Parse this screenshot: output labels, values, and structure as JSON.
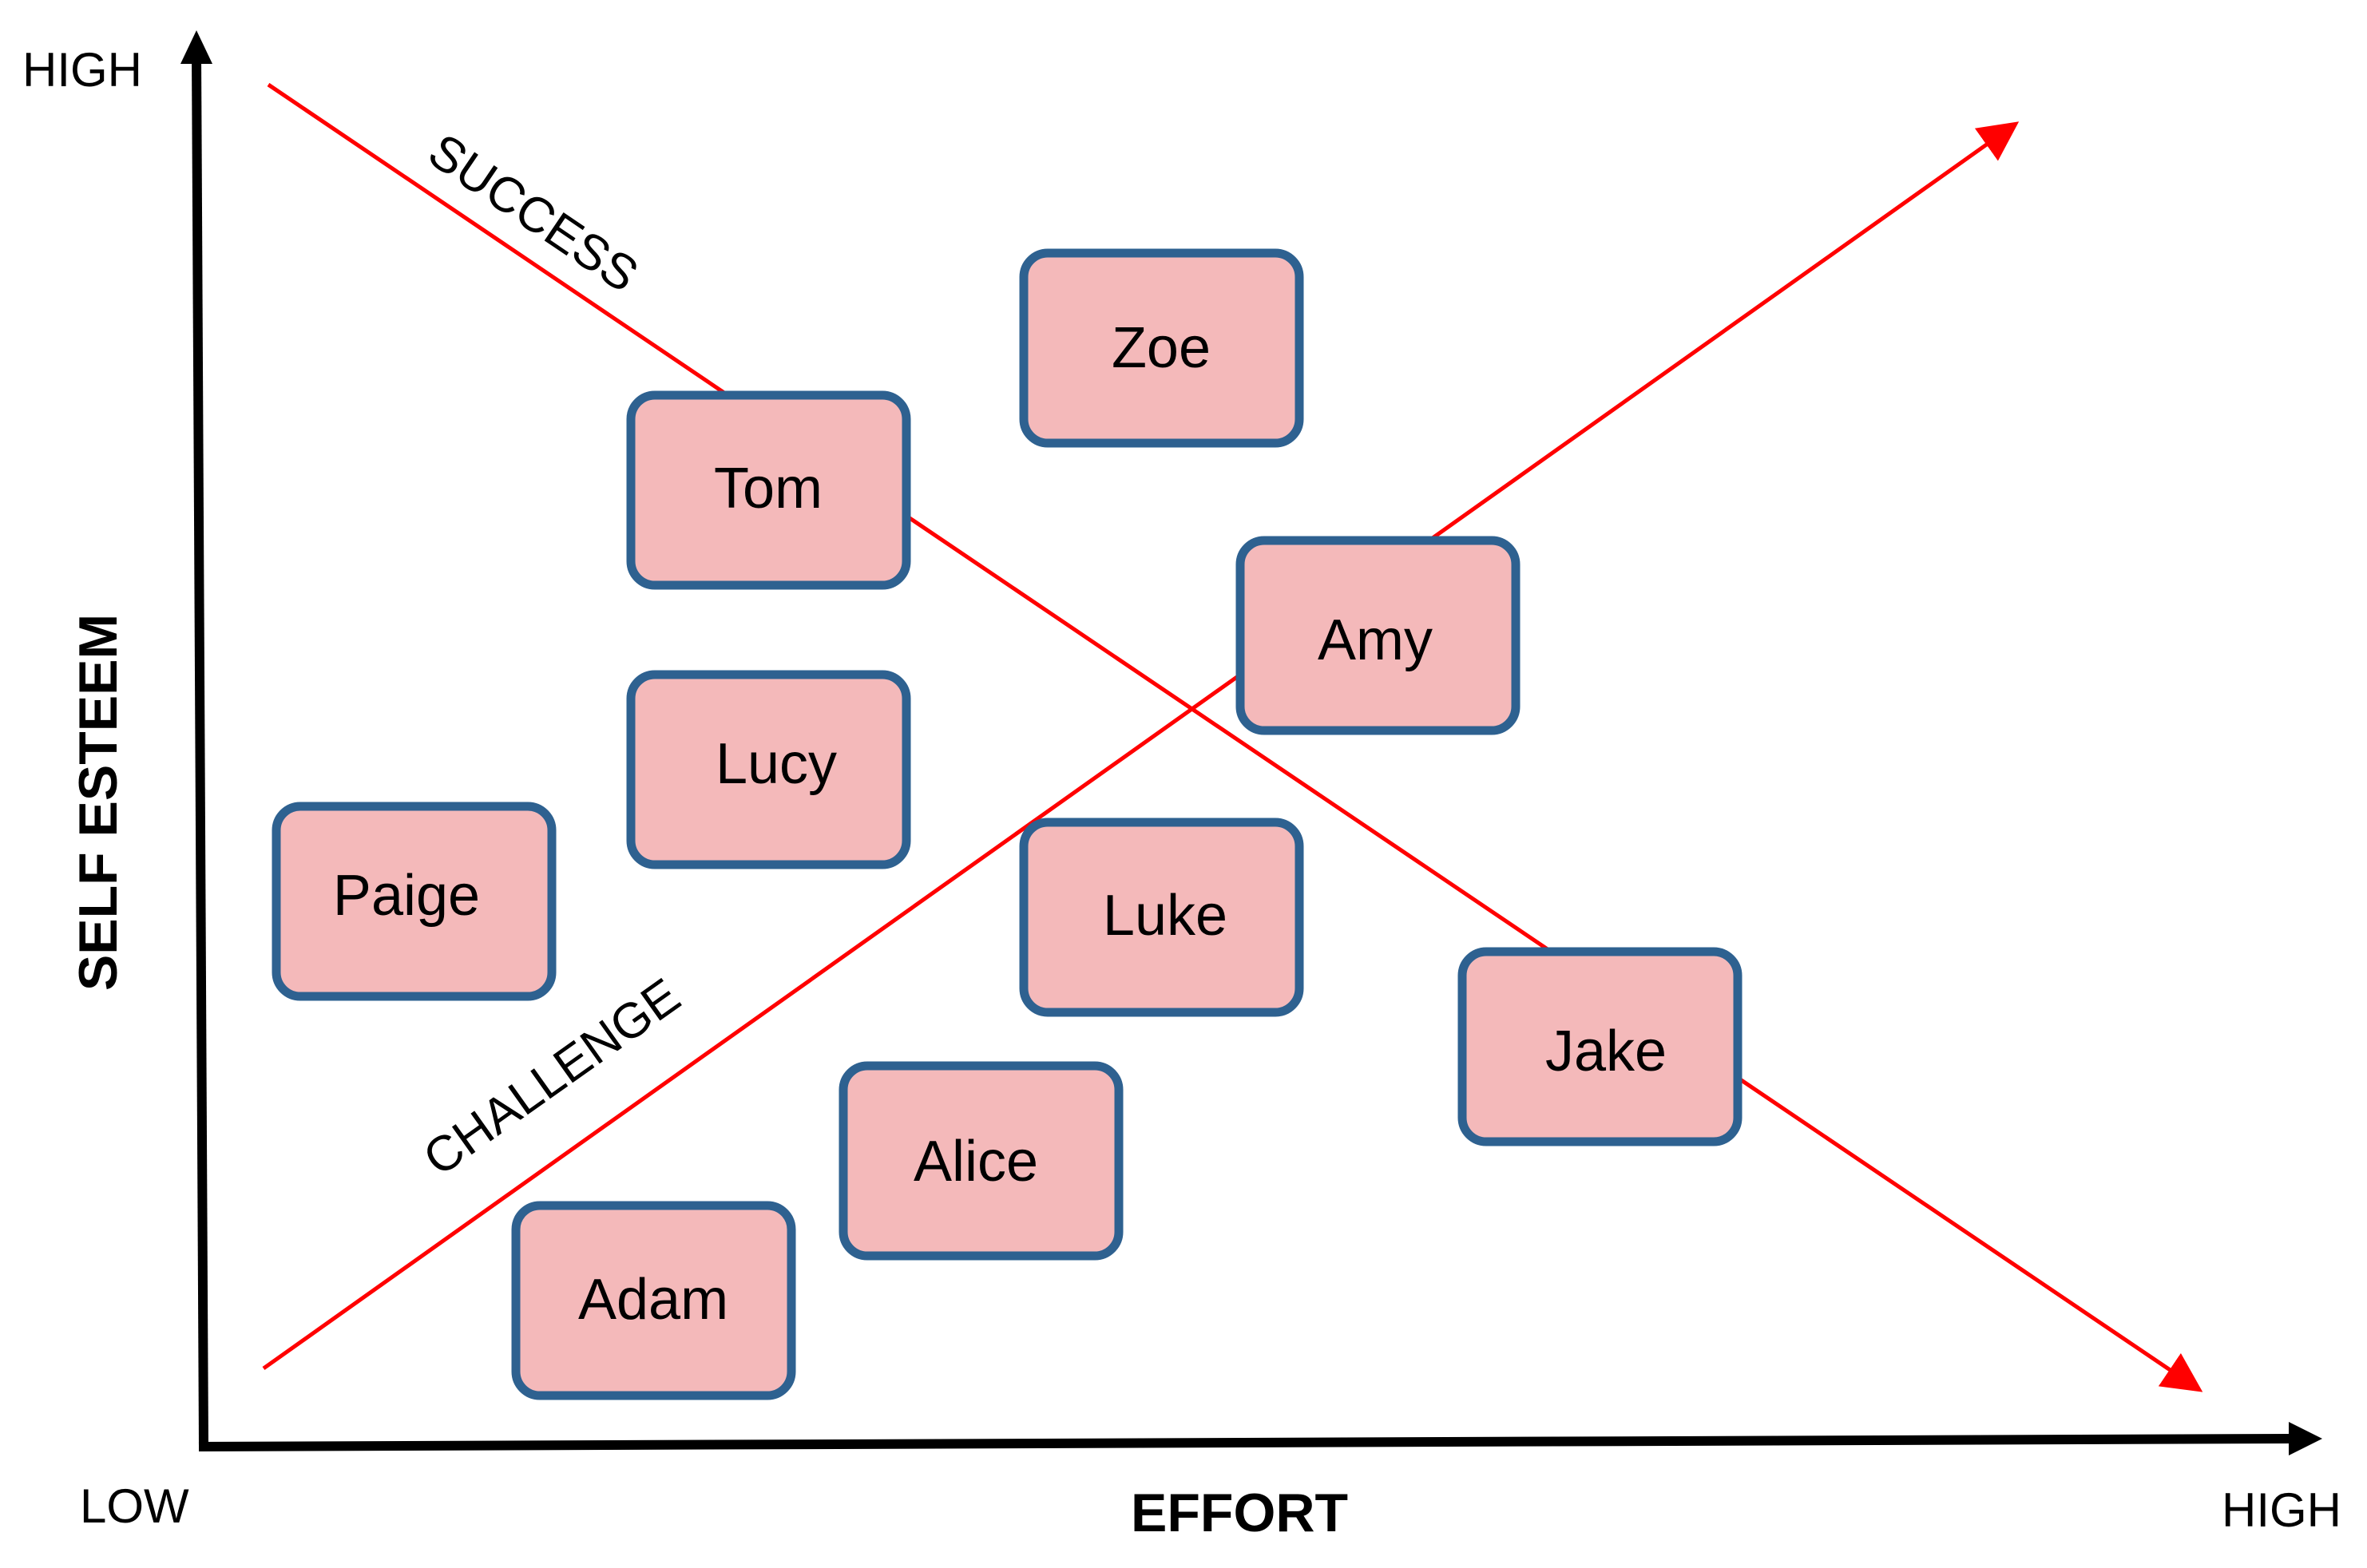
{
  "axes": {
    "y_title": "SELF ESTEEM",
    "x_title": "EFFORT",
    "y_high": "HIGH",
    "x_high": "HIGH",
    "origin_low": "LOW"
  },
  "lines": {
    "success_label": "SUCCESS",
    "challenge_label": "CHALLENGE",
    "color": "#ff0000"
  },
  "box_style": {
    "fill": "#f4b9ba",
    "stroke": "#2e6190"
  },
  "people": [
    {
      "id": "zoe",
      "name": "Zoe"
    },
    {
      "id": "tom",
      "name": "Tom"
    },
    {
      "id": "amy",
      "name": "Amy"
    },
    {
      "id": "lucy",
      "name": "Lucy"
    },
    {
      "id": "paige",
      "name": "Paige"
    },
    {
      "id": "luke",
      "name": "Luke"
    },
    {
      "id": "jake",
      "name": "Jake"
    },
    {
      "id": "alice",
      "name": "Alice"
    },
    {
      "id": "adam",
      "name": "Adam"
    }
  ]
}
